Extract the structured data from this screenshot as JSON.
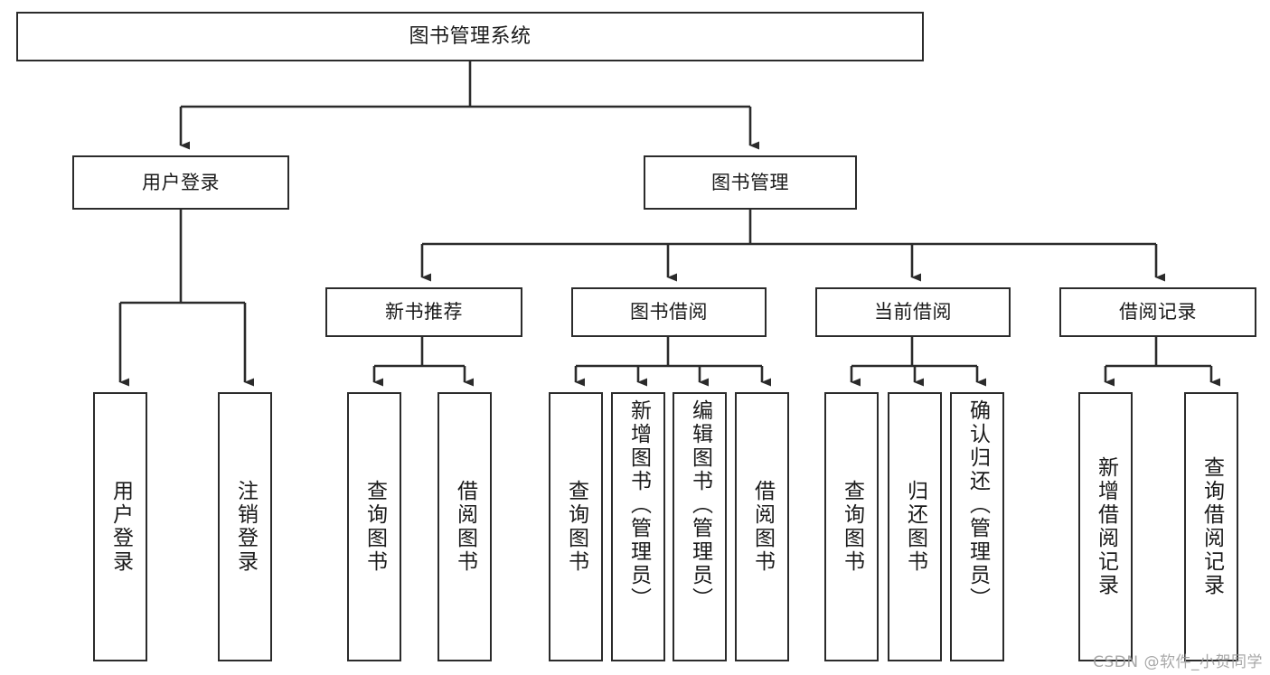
{
  "diagram": {
    "title": "图书管理系统",
    "type": "tree-hierarchy",
    "watermark": "CSDN @软件_小贺同学",
    "colors": {
      "stroke": "#2b2b2b",
      "fill": "#ffffff",
      "text": "#1a1a1a",
      "watermark": "#9a9a9a"
    },
    "nodes": {
      "root": {
        "label": "图书管理系统"
      },
      "level1": [
        {
          "id": "user-login",
          "label": "用户登录"
        },
        {
          "id": "book-manage",
          "label": "图书管理"
        }
      ],
      "level2": [
        {
          "id": "new-book-rec",
          "label": "新书推荐"
        },
        {
          "id": "book-borrow",
          "label": "图书借阅"
        },
        {
          "id": "current-borrow",
          "label": "当前借阅"
        },
        {
          "id": "borrow-record",
          "label": "借阅记录"
        }
      ],
      "leaves": {
        "user-login": [
          {
            "id": "leaf-user-login",
            "label": "用户登录"
          },
          {
            "id": "leaf-logout-login",
            "label": "注销登录"
          }
        ],
        "new-book-rec": [
          {
            "id": "leaf-query-book-1",
            "label": "查询图书"
          },
          {
            "id": "leaf-borrow-book-1",
            "label": "借阅图书"
          }
        ],
        "book-borrow": [
          {
            "id": "leaf-query-book-2",
            "label": "查询图书"
          },
          {
            "id": "leaf-add-book-admin",
            "label": "新增图书（管理员）"
          },
          {
            "id": "leaf-edit-book-admin",
            "label": "编辑图书（管理员）"
          },
          {
            "id": "leaf-borrow-book-2",
            "label": "借阅图书"
          }
        ],
        "current-borrow": [
          {
            "id": "leaf-query-book-3",
            "label": "查询图书"
          },
          {
            "id": "leaf-return-book",
            "label": "归还图书"
          },
          {
            "id": "leaf-confirm-return-admin",
            "label": "确认归还（管理员）"
          }
        ],
        "borrow-record": [
          {
            "id": "leaf-add-borrow-record",
            "label": "新增借阅记录"
          },
          {
            "id": "leaf-query-borrow-record",
            "label": "查询借阅记录"
          }
        ]
      }
    }
  }
}
